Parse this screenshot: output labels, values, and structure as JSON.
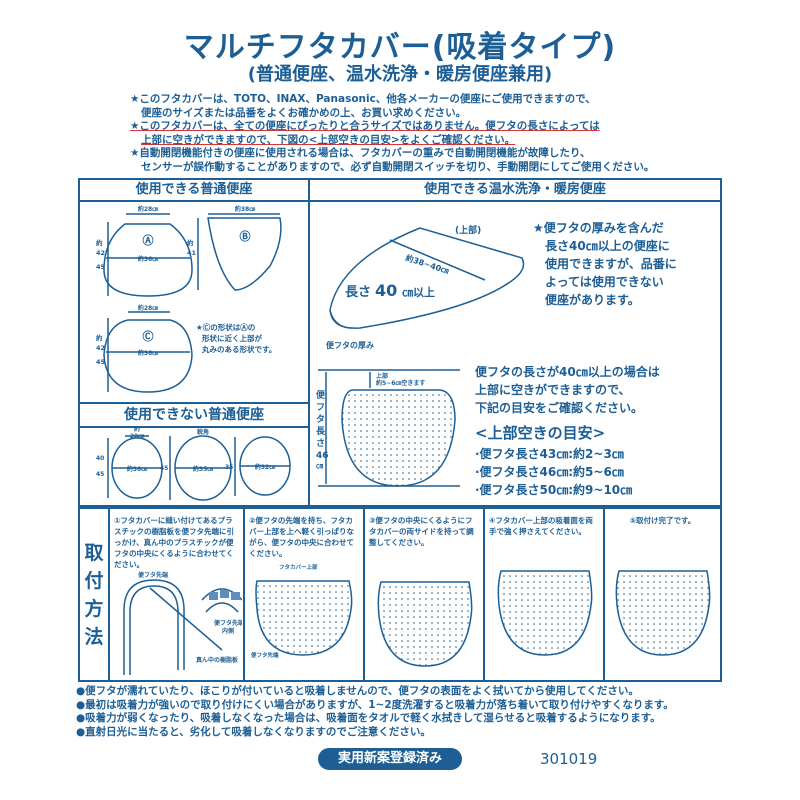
{
  "title": "マルチフタカバー(吸着タイプ)",
  "subtitle": "(普通便座、温水洗浄・暖房便座兼用)",
  "notes": [
    "★このフタカバーは、TOTO、INAX、Panasonic、他各メーカーの便座にご使用できますので、",
    "便座のサイズまたは品番をよくお確かめの上、お買い求めください。",
    "★このフタカバーは、全ての便座にぴったりと合うサイズではありません。便フタの長さによっては",
    "上部に空きができますので、下図の<上部空きの目安>をよくご確認ください。",
    "★自動開閉機能付きの便座に使用される場合は、フタカバーの重みで自動開閉機能が故障したり、",
    "センサーが誤作動することがありますので、必ず自動開閉スイッチを切り、手動開閉にしてご使用ください。"
  ],
  "usable_regular": {
    "header": "使用できる普通便座",
    "A": {
      "label": "Ⓐ",
      "top": "約28㎝",
      "width": "約36㎝",
      "height": [
        "約",
        "42",
        "~",
        "45",
        "㎝"
      ]
    },
    "B": {
      "label": "Ⓑ",
      "top": "約38㎝",
      "height": [
        "約",
        "41",
        "㎝"
      ]
    },
    "C": {
      "label": "Ⓒ",
      "top": "約28㎝",
      "width": "約36㎝",
      "height": [
        "約",
        "42",
        "~",
        "45",
        "㎝"
      ]
    },
    "note": [
      "★Ⓒの形状はⒶの",
      "形状に近く上部が",
      "丸みのある形状です。"
    ]
  },
  "unusable_regular": {
    "header": "使用できない普通便座",
    "s1": {
      "top": [
        "約",
        "20㎝"
      ],
      "width": "約36㎝",
      "height": [
        "約",
        "40",
        "~",
        "45",
        "㎝"
      ]
    },
    "s2": {
      "top": "鋭角",
      "width": "約35㎝",
      "height": [
        "約",
        "45",
        "㎝"
      ]
    },
    "s3": {
      "width": "約32㎝",
      "height": [
        "約",
        "35",
        "㎝"
      ]
    }
  },
  "usable_washlet": {
    "header": "使用できる温水洗浄・暖房便座",
    "top_label": "(上部)",
    "dim": "約38~40㎝",
    "length_label": "長さ",
    "length_value": "40",
    "length_unit": "㎝以上",
    "thickness": "便フタの厚み",
    "star_note": [
      "★便フタの厚みを含んだ",
      "長さ40㎝以上の便座に",
      "使用できますが、品番に",
      "よっては使用できない",
      "便座があります。"
    ],
    "gap_label": [
      "上部",
      "約5~6㎝空きます"
    ],
    "lid_length": [
      "便",
      "フ",
      "タ",
      "長",
      "さ",
      "46",
      "㎝"
    ],
    "info": [
      "便フタの長さが40㎝以上の場合は",
      "上部に空きができますので、",
      "下記の目安をご確認ください。"
    ],
    "guide_title": "<上部空きの目安>",
    "guide": [
      "·便フタ長さ43㎝:約2~3㎝",
      "·便フタ長さ46㎝:約5~6㎝",
      "·便フタ長さ50㎝:約9~10㎝"
    ]
  },
  "install": {
    "label": [
      "取",
      "付",
      "方",
      "法"
    ],
    "steps": [
      "①フタカバーに縫い付けてあるプラスチックの樹脂板を便フタ先端に引っかけ、真ん中のプラスチックが便フタの中央にくるように合わせてください。",
      "②便フタの先端を持ち、フタカバー上部を上へ軽く引っぱりながら、便フタの中央に合わせてください。",
      "③便フタの中央にくるようにフタカバーの両サイドを持って調整してください。",
      "④フタカバー上部の吸着面を両手で強く押さえてください。",
      "⑤取付け完了です。"
    ],
    "step1_labels": [
      "便フタ先端",
      "便フタ先端",
      "内側",
      "真ん中の樹脂板"
    ],
    "step2_labels": [
      "フタカバー上部",
      "便フタ先端"
    ]
  },
  "bullets": [
    "●便フタが濡れていたり、ほこりが付いていると吸着しませんので、便フタの表面をよく拭いてから使用してください。",
    "●最初は吸着力が強いので取り付けにくい場合がありますが、1~2度洗濯すると吸着力が落ち着いて取り付けやすくなります。",
    "●吸着力が弱くなったり、吸着しなくなった場合は、吸着面をタオルで軽く水拭きして湿らせると吸着するようになります。",
    "●直射日光に当たると、劣化して吸着しなくなりますのでご注意ください。"
  ],
  "badge": "実用新案登録済み",
  "code": "301019",
  "colors": {
    "primary": "#1d5f95",
    "underline": "#d33333"
  }
}
